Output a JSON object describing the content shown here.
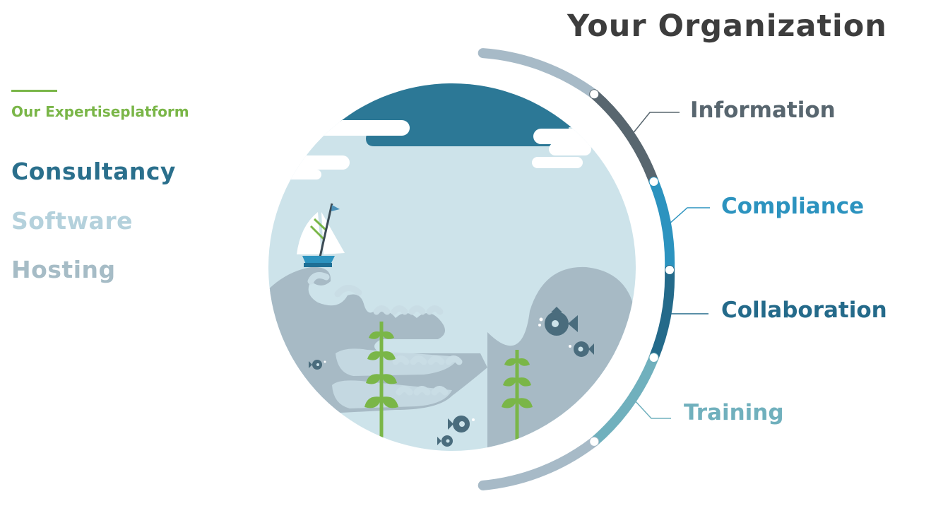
{
  "title": "Your Organization",
  "sidebar": {
    "subtitle": "Our Expertiseplatform",
    "items": [
      {
        "label": "Consultancy",
        "color": "#2a6f8c"
      },
      {
        "label": "Software",
        "color": "#b4d1dc"
      },
      {
        "label": "Hosting",
        "color": "#a6bcc6"
      }
    ]
  },
  "segments": [
    {
      "label": "Information",
      "color": "#58666f"
    },
    {
      "label": "Compliance",
      "color": "#2c93bf"
    },
    {
      "label": "Collaboration",
      "color": "#246a8a"
    },
    {
      "label": "Training",
      "color": "#70b0bd"
    }
  ],
  "colors": {
    "accent_green": "#7ab648",
    "sky": "#cde3ea",
    "dark_cloud": "#2c7896",
    "sea": "#a7bac5",
    "fish": "#4a6c7d",
    "arc_end": "#a7bac7"
  },
  "icons": [
    "sailboat-icon",
    "fish-icon",
    "seaweed-icon",
    "wave-icon",
    "cloud-icon"
  ]
}
